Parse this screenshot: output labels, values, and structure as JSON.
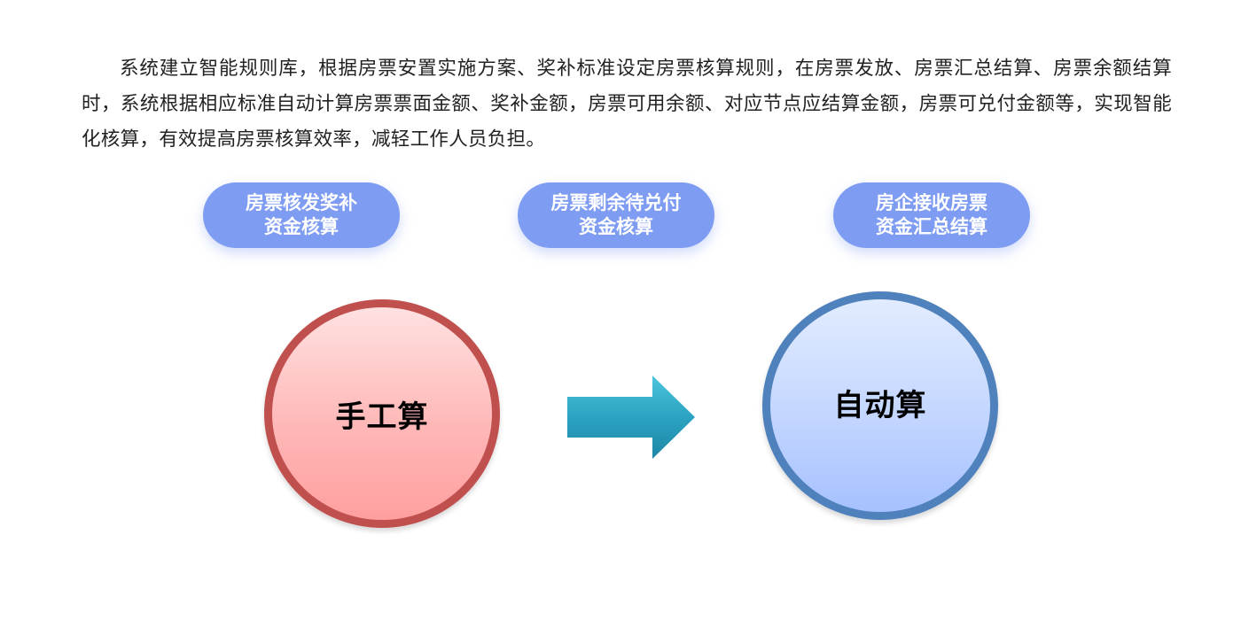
{
  "description": "系统建立智能规则库，根据房票安置实施方案、奖补标准设定房票核算规则，在房票发放、房票汇总结算、房票余额结算时，系统根据相应标准自动计算房票票面金额、奖补金额，房票可用余额、对应节点应结算金额，房票可兑付金额等，实现智能化核算，有效提高房票核算效率，减轻工作人员负担。",
  "features": [
    {
      "line1": "房票核发奖补",
      "line2": "资金核算"
    },
    {
      "line1": "房票剩余待兑付",
      "line2": "资金核算"
    },
    {
      "line1": "房企接收房票",
      "line2": "资金汇总结算"
    }
  ],
  "flow": {
    "from_label": "手工算",
    "to_label": "自动算"
  },
  "colors": {
    "pill": "#7e9cf1",
    "manual_border": "#c0504d",
    "auto_border": "#4f81bd",
    "arrow": "#2ba3c2"
  }
}
